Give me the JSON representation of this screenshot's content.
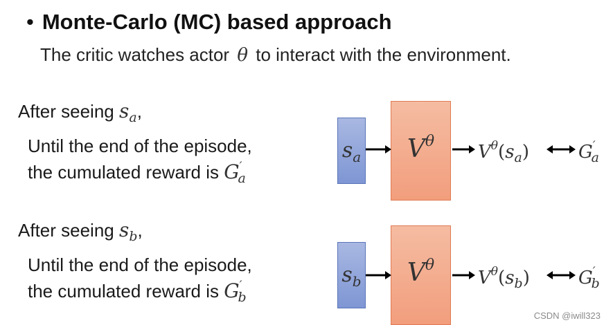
{
  "header": {
    "bullet": "•",
    "title": "Monte-Carlo (MC) based approach",
    "subtitle_before": "The critic watches actor",
    "subtitle_symbol": "θ",
    "subtitle_after": "to interact with the environment."
  },
  "cases": [
    {
      "after_seeing": "After seeing",
      "state_symbol": "s",
      "state_sub": "a",
      "comma": ",",
      "line2": "Until the end of the episode,",
      "line3_text": "the cumulated reward is",
      "reward_symbol": "G",
      "reward_prime": "′",
      "reward_sub": "a",
      "critic_symbol": "V",
      "critic_sup": "θ",
      "output_value": "V",
      "output_sup": "θ",
      "output_arg_open": "(",
      "output_arg_symbol": "s",
      "output_arg_sub": "a",
      "output_arg_close": ")",
      "compare_target": "G",
      "compare_prime": "′",
      "compare_sub": "a"
    },
    {
      "after_seeing": "After seeing",
      "state_symbol": "s",
      "state_sub": "b",
      "comma": ",",
      "line2": "Until the end of the episode,",
      "line3_text": "the cumulated reward is",
      "reward_symbol": "G",
      "reward_prime": "′",
      "reward_sub": "b",
      "critic_symbol": "V",
      "critic_sup": "θ",
      "output_value": "V",
      "output_sup": "θ",
      "output_arg_open": "(",
      "output_arg_symbol": "s",
      "output_arg_sub": "b",
      "output_arg_close": ")",
      "compare_target": "G",
      "compare_prime": "′",
      "compare_sub": "b"
    }
  ],
  "watermark": "CSDN @iwill323",
  "colors": {
    "state_box": "#8fa3da",
    "critic_box": "#f4ab8c",
    "arrow": "#000000"
  }
}
